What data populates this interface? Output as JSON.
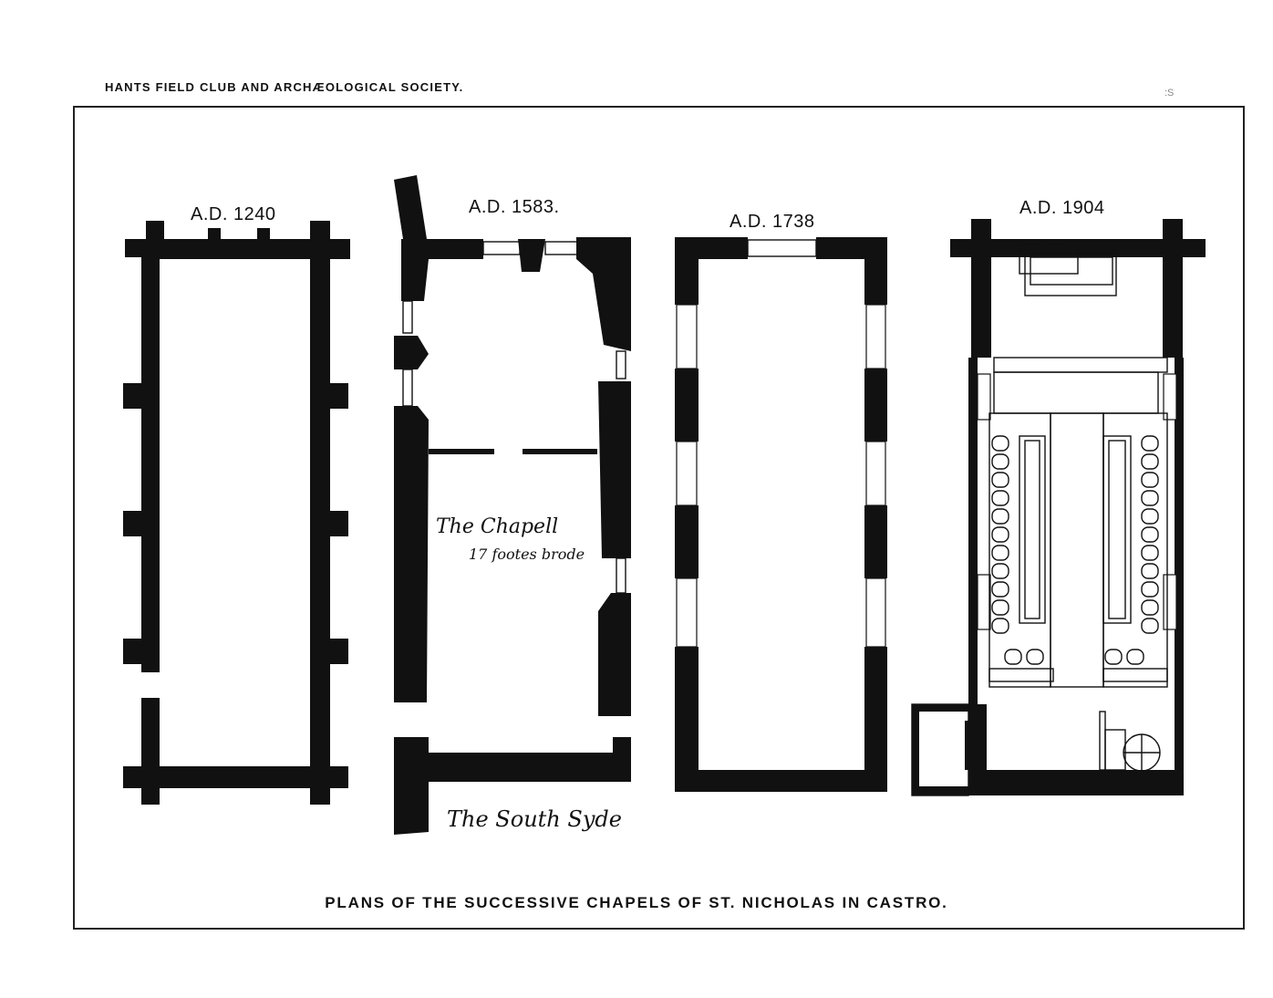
{
  "header": {
    "society": "HANTS FIELD CLUB AND ARCHÆOLOGICAL SOCIETY."
  },
  "plans": [
    {
      "title": "A.D. 1240"
    },
    {
      "title": "A.D. 1583.",
      "annotation_main": "The Chapell",
      "annotation_width": "17 footes brode",
      "annotation_south": "The South Syde"
    },
    {
      "title": "A.D. 1738"
    },
    {
      "title": "A.D. 1904"
    }
  ],
  "caption": "PLANS OF THE SUCCESSIVE CHAPELS OF ST. NICHOLAS IN CASTRO."
}
